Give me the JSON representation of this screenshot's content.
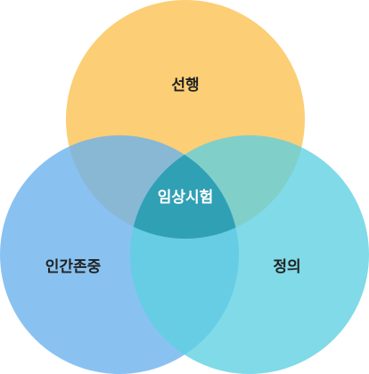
{
  "diagram": {
    "type": "venn",
    "sets": [
      {
        "id": "top",
        "label": "선행",
        "color": "#fbc55d"
      },
      {
        "id": "left",
        "label": "인간존중",
        "color": "#6bb3ee"
      },
      {
        "id": "right",
        "label": "정의",
        "color": "#5ccfe0"
      }
    ],
    "center_label": "임상시험",
    "center_color": "#2a9bb0"
  }
}
